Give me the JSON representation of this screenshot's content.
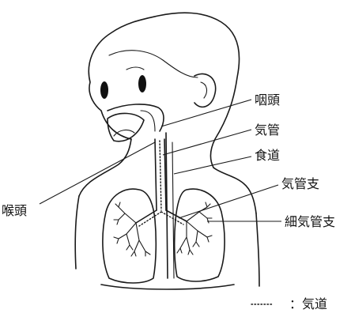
{
  "labels": {
    "pharynx": "咽頭",
    "trachea": "気管",
    "esophagus": "食道",
    "bronchi": "気管支",
    "bronchioles": "細気管支",
    "larynx": "喉頭"
  },
  "legend": {
    "text": "：気道"
  }
}
